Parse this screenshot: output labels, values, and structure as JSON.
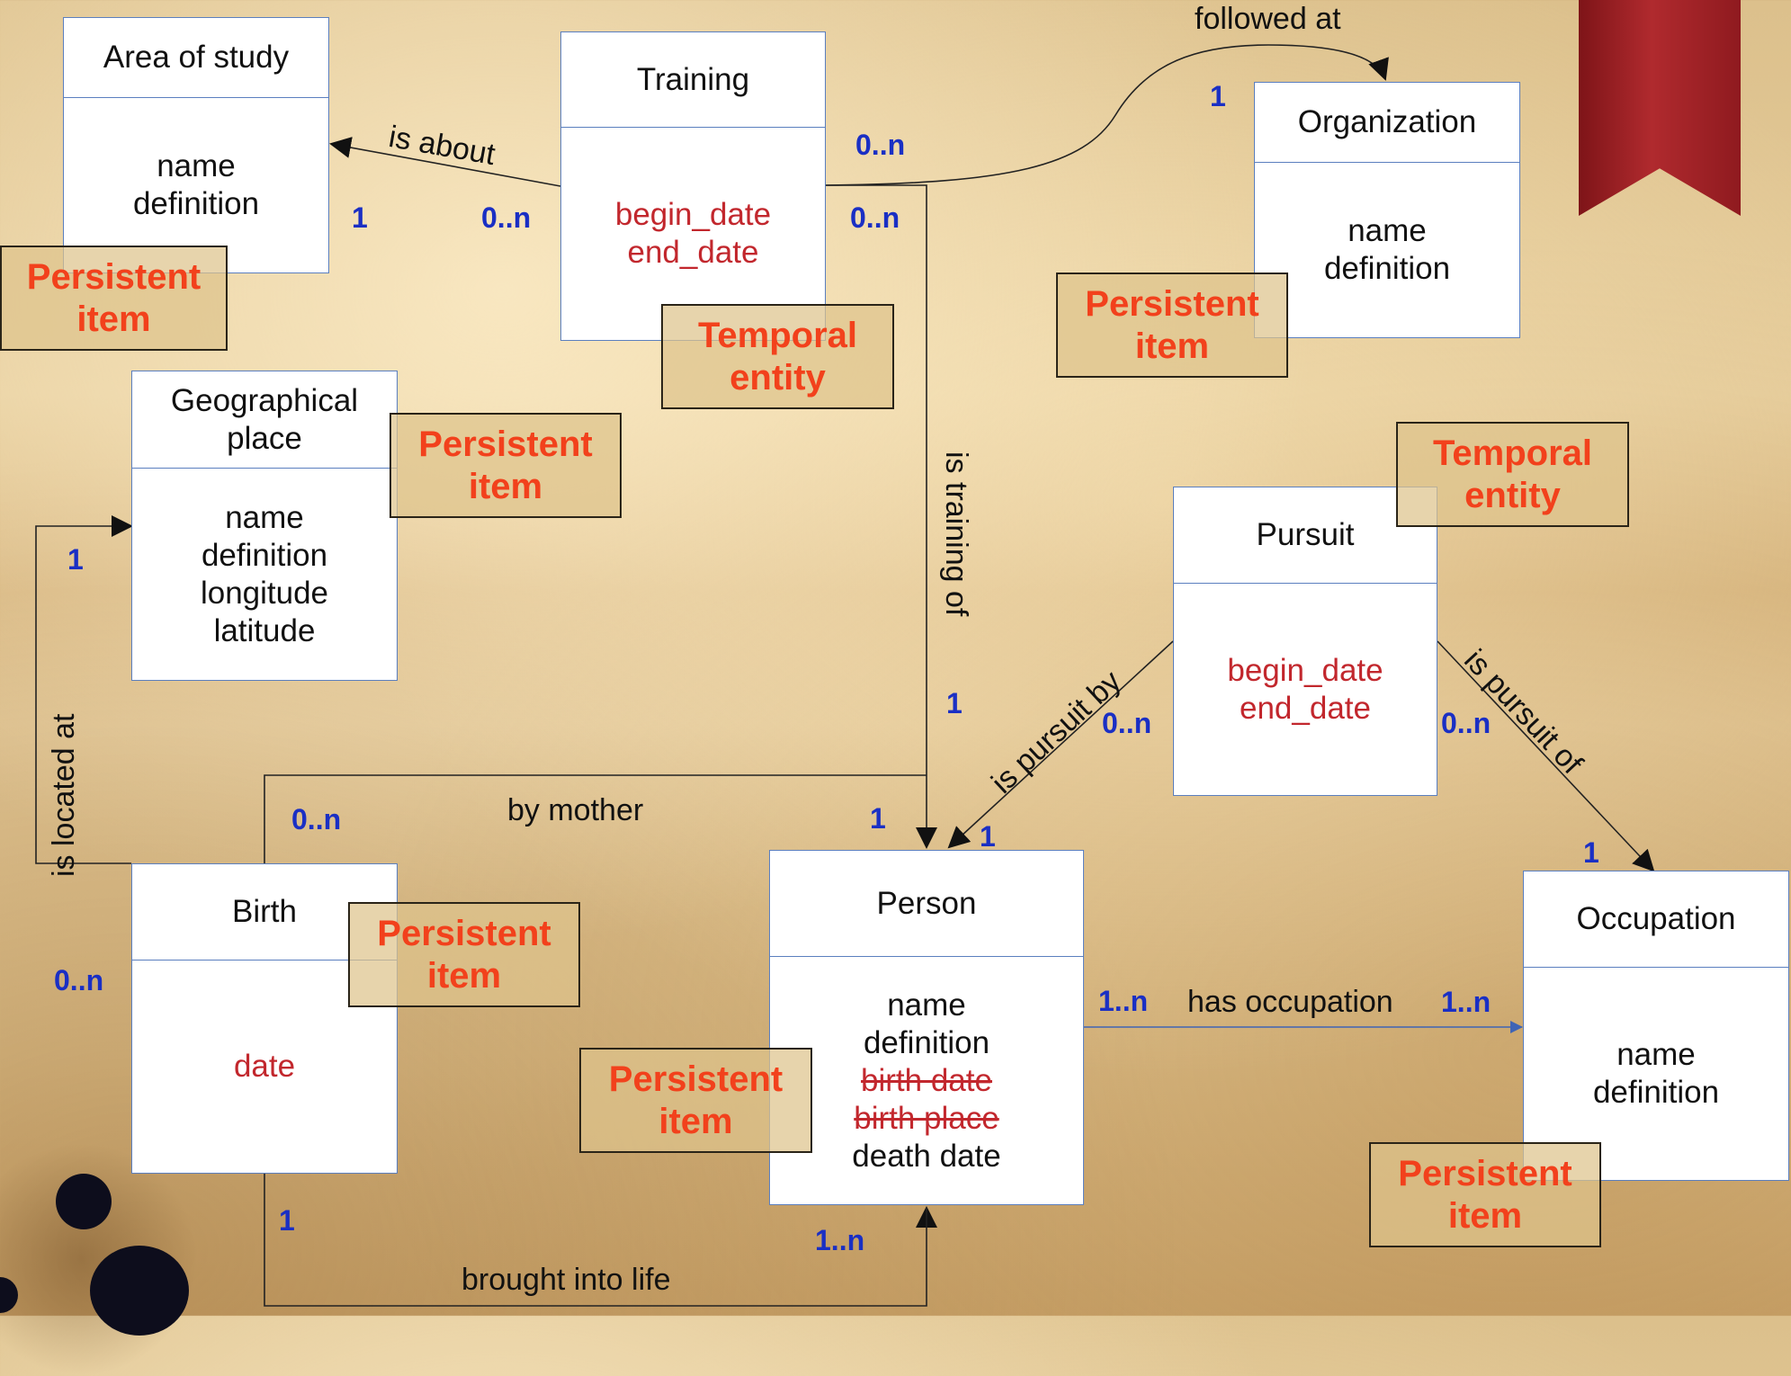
{
  "entities": {
    "area_of_study": {
      "title": "Area of study",
      "attrs": [
        "name",
        "definition"
      ]
    },
    "training": {
      "title": "Training",
      "attrs": [
        "begin_date",
        "end_date"
      ]
    },
    "organization": {
      "title": "Organization",
      "attrs": [
        "name",
        "definition"
      ]
    },
    "geographical_place": {
      "title": "Geographical place",
      "attrs": [
        "name",
        "definition",
        "longitude",
        "latitude"
      ]
    },
    "pursuit": {
      "title": "Pursuit",
      "attrs": [
        "begin_date",
        "end_date"
      ]
    },
    "birth": {
      "title": "Birth",
      "attrs": [
        "date"
      ]
    },
    "person": {
      "title": "Person",
      "attrs": [
        "name",
        "definition",
        "birth date",
        "birth place",
        "death date"
      ]
    },
    "occupation": {
      "title": "Occupation",
      "attrs": [
        "name",
        "definition"
      ]
    }
  },
  "stereotypes": {
    "persistent_line1": "Persistent",
    "persistent_line2": "item",
    "temporal_line1": "Temporal",
    "temporal_line2": "entity"
  },
  "relations": {
    "is_about": "is about",
    "followed_at": "followed at",
    "is_training_of": "is training of",
    "is_located_at": "is located at",
    "by_mother": "by mother",
    "is_pursuit_by": "is pursuit by",
    "is_pursuit_of": "is pursuit of",
    "has_occupation": "has occupation",
    "brought_into_life": "brought into life"
  },
  "multiplicities": {
    "is_about_area": "1",
    "is_about_training": "0..n",
    "followed_at_training": "0..n",
    "followed_at_org": "1",
    "training_of_training": "0..n",
    "training_of_person": "1",
    "located_geo": "1",
    "located_birth": "0..n",
    "mother_birth": "0..n",
    "mother_person": "1",
    "pursuit_by_pursuit": "0..n",
    "pursuit_by_person": "1",
    "pursuit_of_pursuit": "0..n",
    "pursuit_of_occupation": "1",
    "occupation_person": "1..n",
    "occupation_occupation": "1..n",
    "brought_birth": "1",
    "brought_person": "1..n"
  },
  "colors": {
    "entity_border": "#5b7fbf",
    "temporal_attr": "#c2272d",
    "stereotype_text": "#f2411c",
    "multiplicity": "#1a2fc4"
  }
}
